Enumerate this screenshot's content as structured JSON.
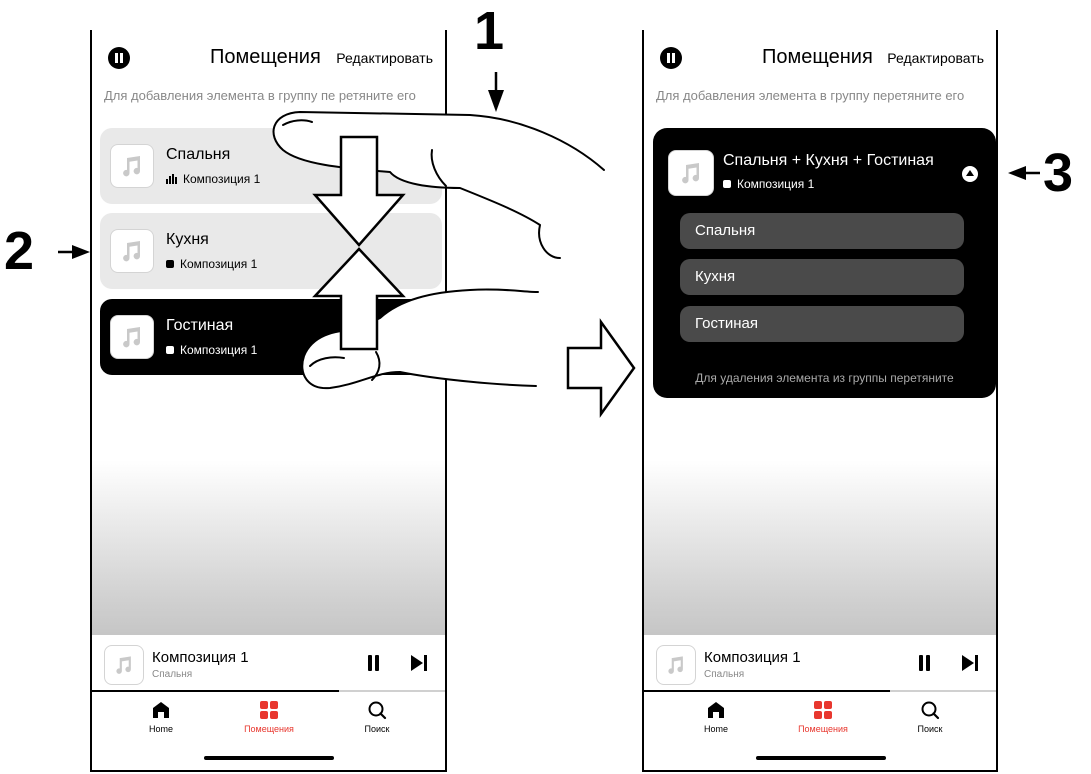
{
  "left_screen": {
    "header": {
      "title": "Помещения",
      "edit_label": "Редактировать"
    },
    "hint": "Для добавления элемента в группу пе ретяните его",
    "rooms": [
      {
        "name": "Спальня",
        "track": "Композиция 1",
        "status_icon": "equalizer-icon",
        "selected": false
      },
      {
        "name": "Кухня",
        "track": "Композиция 1",
        "status_icon": "stop-icon",
        "selected": false
      },
      {
        "name": "Гостиная",
        "track": "Композиция 1",
        "status_icon": "stop-icon",
        "selected": true
      }
    ],
    "player": {
      "title": "Композиция 1",
      "room": "Спальня",
      "progress": 0.7
    },
    "tabs": [
      {
        "label": "Home",
        "icon": "home-icon",
        "active": false
      },
      {
        "label": "Помещения",
        "icon": "rooms-icon",
        "active": true
      },
      {
        "label": "Поиск",
        "icon": "search-icon",
        "active": false
      }
    ]
  },
  "right_screen": {
    "header": {
      "title": "Помещения",
      "edit_label": "Редактировать"
    },
    "hint": "Для добавления элемента в группу перетяните его",
    "group": {
      "name": "Спальня + Кухня + Гостиная",
      "track": "Композиция 1",
      "members": [
        "Спальня",
        "Кухня",
        "Гостиная"
      ],
      "hint": "Для удаления элемента из группы перетяните"
    },
    "player": {
      "title": "Композиция 1",
      "room": "Спальня",
      "progress": 0.7
    },
    "tabs": [
      {
        "label": "Home",
        "icon": "home-icon",
        "active": false
      },
      {
        "label": "Помещения",
        "icon": "rooms-icon",
        "active": true
      },
      {
        "label": "Поиск",
        "icon": "search-icon",
        "active": false
      }
    ]
  },
  "callouts": {
    "one": "1",
    "two": "2",
    "three": "3"
  },
  "colors": {
    "accent": "#e8372e",
    "group_bg": "#000000",
    "card_bg": "#e9e9e9",
    "member_bg": "#4a4a4a"
  }
}
